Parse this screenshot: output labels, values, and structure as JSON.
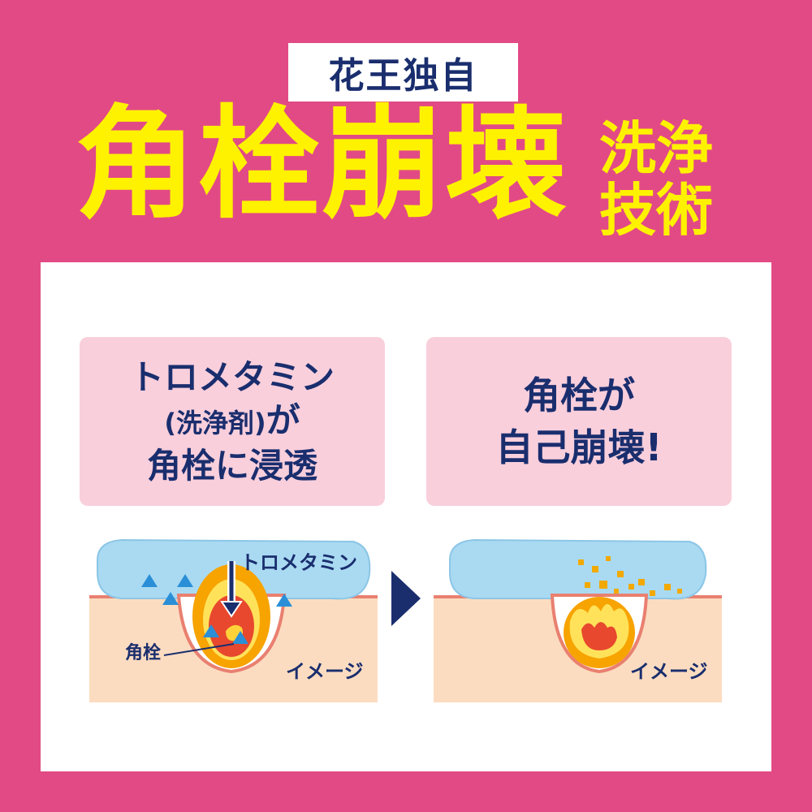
{
  "header": {
    "badge": "花王独自",
    "headline": "角栓崩壊",
    "sub_line1": "洗浄",
    "sub_line2": "技術"
  },
  "left_box": {
    "line1": "トロメタミン",
    "line2_paren": "(洗浄剤)",
    "line2_tail": "が",
    "line3": "角栓に浸透"
  },
  "right_box": {
    "line1": "角栓が",
    "line2": "自己崩壊!"
  },
  "left_diagram": {
    "liquid_label": "トロメタミン",
    "plug_label": "角栓",
    "image_label": "イメージ"
  },
  "right_diagram": {
    "image_label": "イメージ"
  },
  "icons": {
    "arrow": "right-triangle-arrow-icon",
    "down_arrow": "down-arrow-icon",
    "triangles": "blue-triangle-icon"
  },
  "colors": {
    "background": "#e24a85",
    "headline": "#fff200",
    "navy": "#1a2e6e",
    "box": "#f9cfdc",
    "skin": "#fcdcc0",
    "liquid": "#a9daf2",
    "triangle": "#2a8fd6"
  }
}
